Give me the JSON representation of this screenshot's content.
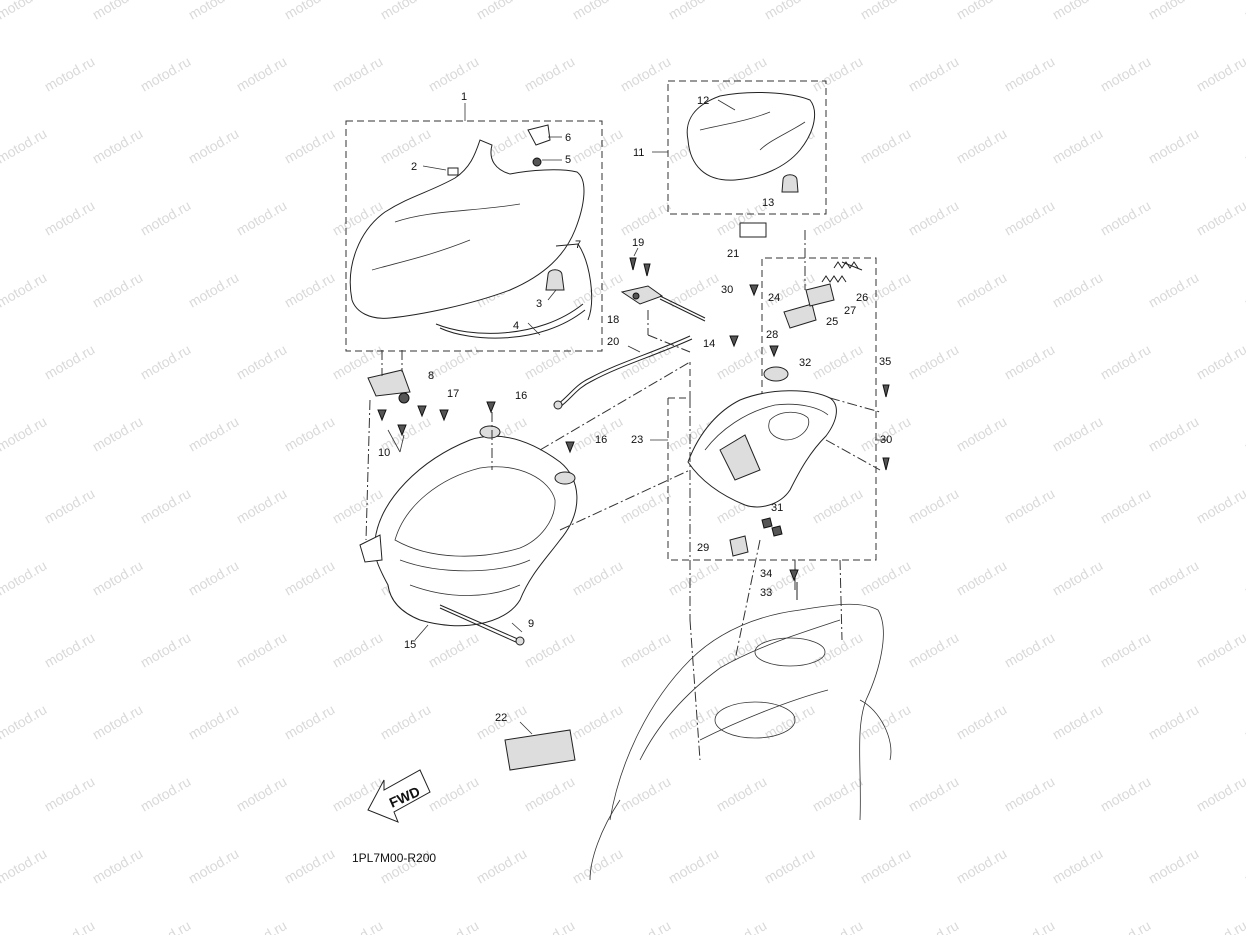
{
  "watermark": {
    "text": "motod.ru"
  },
  "diagram_code": "1PL7M00-R200",
  "fwd_label": "FWD",
  "parts": [
    {
      "id": "p1",
      "label": "1"
    },
    {
      "id": "p2",
      "label": "2"
    },
    {
      "id": "p3",
      "label": "3"
    },
    {
      "id": "p4",
      "label": "4"
    },
    {
      "id": "p5",
      "label": "5"
    },
    {
      "id": "p6",
      "label": "6"
    },
    {
      "id": "p7",
      "label": "7"
    },
    {
      "id": "p8",
      "label": "8"
    },
    {
      "id": "p9",
      "label": "9"
    },
    {
      "id": "p10",
      "label": "10"
    },
    {
      "id": "p11",
      "label": "11"
    },
    {
      "id": "p12",
      "label": "12"
    },
    {
      "id": "p13",
      "label": "13"
    },
    {
      "id": "p14",
      "label": "14"
    },
    {
      "id": "p15",
      "label": "15"
    },
    {
      "id": "p16a",
      "label": "16"
    },
    {
      "id": "p16b",
      "label": "16"
    },
    {
      "id": "p17",
      "label": "17"
    },
    {
      "id": "p18",
      "label": "18"
    },
    {
      "id": "p19",
      "label": "19"
    },
    {
      "id": "p20",
      "label": "20"
    },
    {
      "id": "p21",
      "label": "21"
    },
    {
      "id": "p22",
      "label": "22"
    },
    {
      "id": "p23",
      "label": "23"
    },
    {
      "id": "p24",
      "label": "24"
    },
    {
      "id": "p25",
      "label": "25"
    },
    {
      "id": "p26",
      "label": "26"
    },
    {
      "id": "p27",
      "label": "27"
    },
    {
      "id": "p28",
      "label": "28"
    },
    {
      "id": "p29",
      "label": "29"
    },
    {
      "id": "p30a",
      "label": "30"
    },
    {
      "id": "p30b",
      "label": "30"
    },
    {
      "id": "p31",
      "label": "31"
    },
    {
      "id": "p32",
      "label": "32"
    },
    {
      "id": "p33",
      "label": "33"
    },
    {
      "id": "p34",
      "label": "34"
    },
    {
      "id": "p35",
      "label": "35"
    }
  ]
}
